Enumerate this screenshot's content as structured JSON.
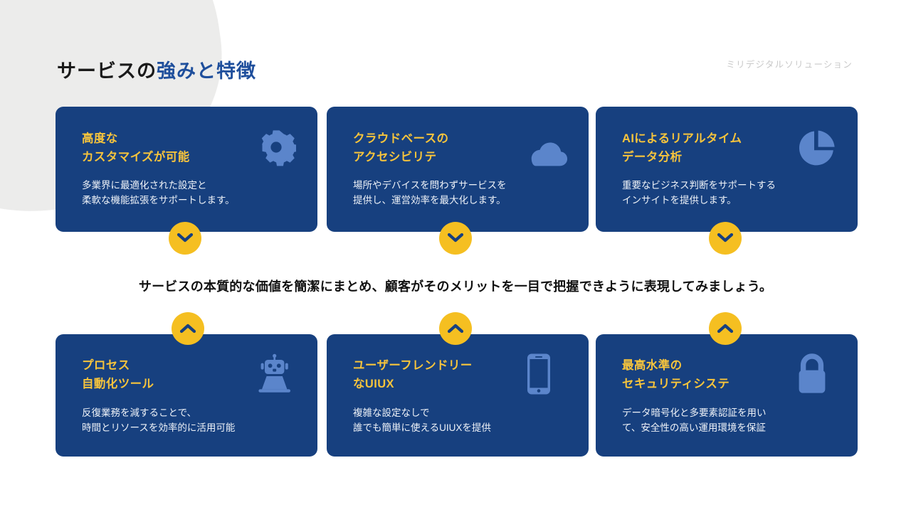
{
  "header": {
    "title_plain": "サービスの",
    "title_accent": "強みと特徴",
    "brand": "ミリデジタルソリューション"
  },
  "statement": "サービスの本質的な価値を簡潔にまとめ、顧客がそのメリットを一目で把握できように表現してみましょう。",
  "colors": {
    "card_blue": "#17407f",
    "title_yellow": "#f7c43c",
    "badge_yellow": "#f5bf21",
    "accent_blue": "#1f4f9c",
    "icon_blue": "#5b85cb",
    "blob_gray": "#ececeb",
    "brand_gray": "#c9c9c9"
  },
  "cards": [
    {
      "id": "customization",
      "title_line1": "高度な",
      "title_line2": "カスタマイズが可能",
      "body_line1": "多業界に最適化された設定と",
      "body_line2": "柔軟な機能拡張をサポートします。",
      "icon": "gear-icon"
    },
    {
      "id": "cloud-accessibility",
      "title_line1": "クラウドベースの",
      "title_line2": "アクセシビリテ",
      "body_line1": "場所やデバイスを問わずサービスを",
      "body_line2": "提供し、運営効率を最大化します。",
      "icon": "cloud-icon"
    },
    {
      "id": "ai-realtime-analytics",
      "title_line1": "AIによるリアルタイム",
      "title_line2": "データ分析",
      "body_line1": "重要なビジネス判断をサポートする",
      "body_line2": "インサイトを提供します。",
      "icon": "pie-chart-icon"
    },
    {
      "id": "process-automation",
      "title_line1": " プロセス",
      "title_line2": "自動化ツール",
      "body_line1": "反復業務を減することで、",
      "body_line2": "時間とリソースを効率的に活用可能",
      "icon": "robot-icon"
    },
    {
      "id": "user-friendly-uiux",
      "title_line1": "ユーザーフレンドリー",
      "title_line2": "なUIUX",
      "body_line1": "複雑な設定なしで",
      "body_line2": "誰でも簡単に使えるUIUXを提供",
      "icon": "smartphone-icon"
    },
    {
      "id": "security-system",
      "title_line1": "最高水準の",
      "title_line2": "セキュリティシステ",
      "body_line1": "データ暗号化と多要素認証を用い",
      "body_line2": "て、安全性の高い運用環境を保証",
      "icon": "lock-icon"
    }
  ],
  "badges": [
    {
      "id": "badge-down-1",
      "direction": "down"
    },
    {
      "id": "badge-down-2",
      "direction": "down"
    },
    {
      "id": "badge-down-3",
      "direction": "down"
    },
    {
      "id": "badge-up-1",
      "direction": "up"
    },
    {
      "id": "badge-up-2",
      "direction": "up"
    },
    {
      "id": "badge-up-3",
      "direction": "up"
    }
  ]
}
